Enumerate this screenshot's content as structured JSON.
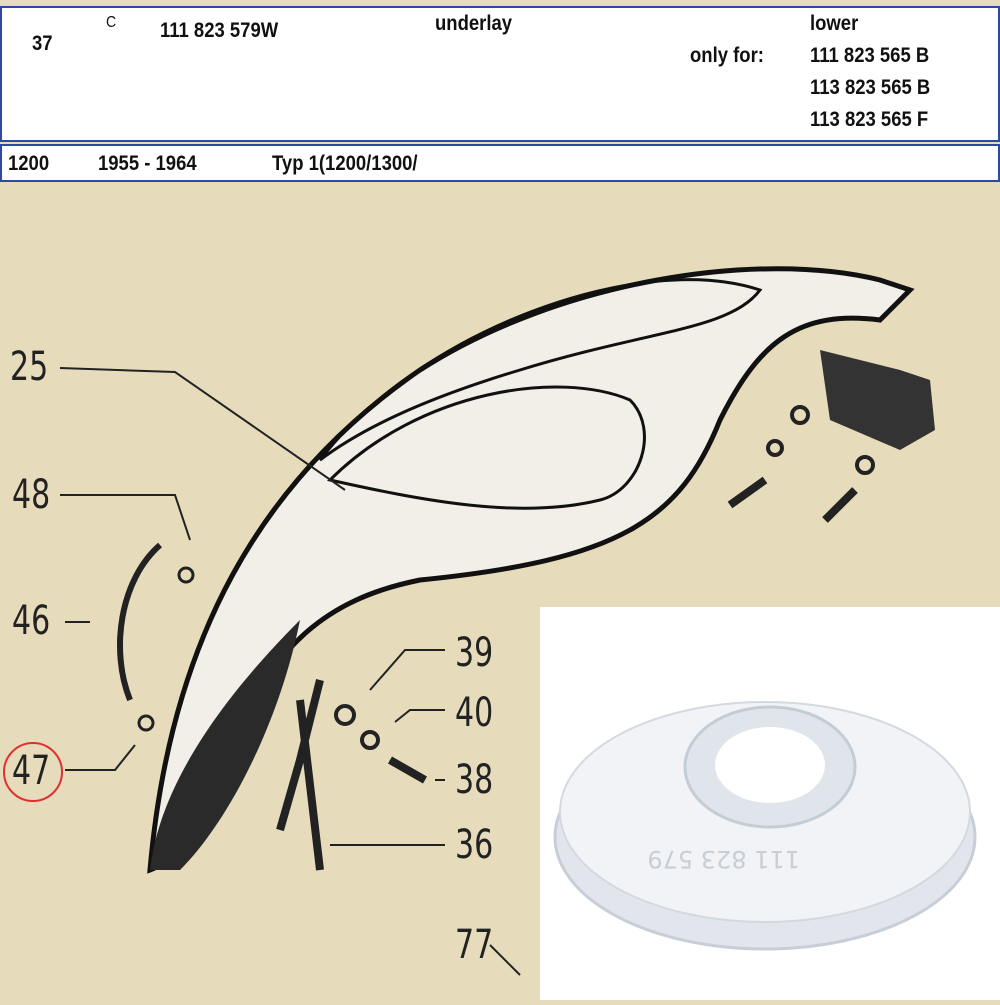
{
  "header": {
    "position": "37",
    "code": "C",
    "part_number": "111 823 579W",
    "description": "underlay",
    "note": "lower",
    "only_for_label": "only for:",
    "applies_to": [
      "111 823 565 B",
      "113 823 565 B",
      "113 823 565 F"
    ]
  },
  "model_row": {
    "engine": "1200",
    "years": "1955 - 1964",
    "type": "Typ 1(1200/1300/"
  },
  "diagram": {
    "labels": [
      "25",
      "48",
      "46",
      "47",
      "39",
      "40",
      "38",
      "36",
      "77"
    ],
    "highlighted_label": "47",
    "highlight_color": "#e03030"
  },
  "photo": {
    "embossed_text": "111 823 579"
  },
  "colors": {
    "border": "#2b4aa0",
    "paper": "#e6dcbc"
  }
}
